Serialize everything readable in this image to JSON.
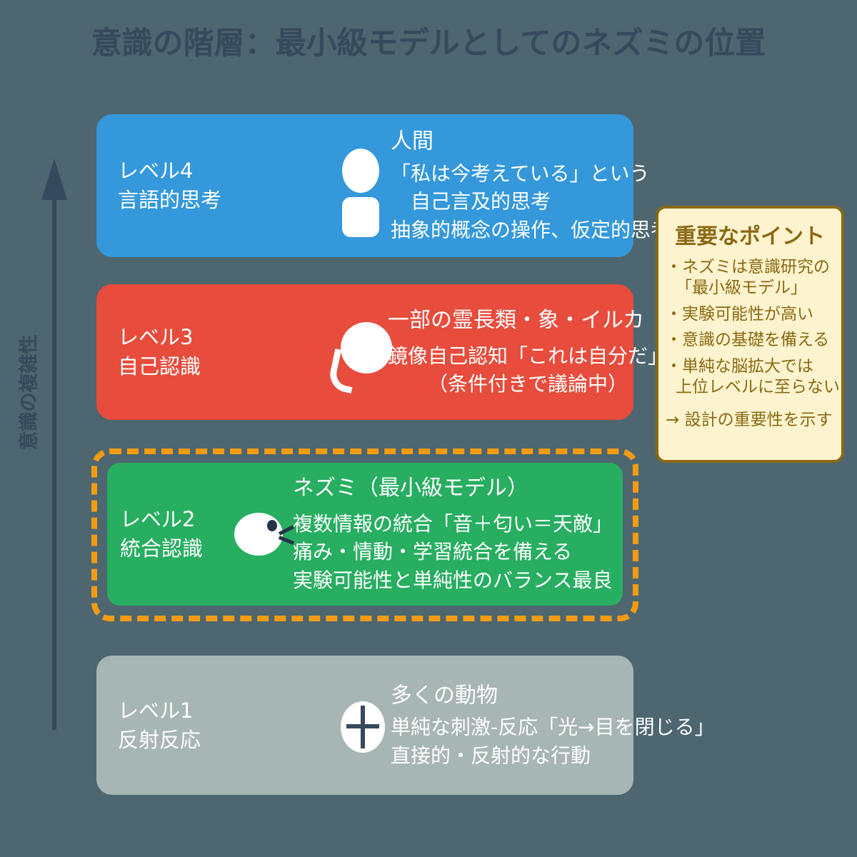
{
  "title": "意識の階層：最小級モデルとしてのネズミの位置",
  "axis": {
    "label": "意識の複雑性",
    "arrow_icon": "up-arrow-icon",
    "direction": "up"
  },
  "colors": {
    "background": "#4d6670",
    "title_text": "#37495c",
    "level4": "#3498db",
    "level3": "#e74c3c",
    "level2": "#27ae60",
    "level1": "#a8b5b5",
    "highlight_border": "#f39c12",
    "panel_background": "#fdf3ce",
    "panel_border": "#8b6914",
    "panel_text": "#8b6914"
  },
  "levels": [
    {
      "id": "level-4",
      "level_label": "レベル4",
      "level_name": "言語的思考",
      "icon": "human-figure-icon",
      "heading": "人間",
      "lines": [
        "「私は今考えている」という",
        "　自己言及的思考",
        "抽象的概念の操作、仮定的思考"
      ],
      "highlighted": false
    },
    {
      "id": "level-3",
      "level_label": "レベル3",
      "level_name": "自己認識",
      "icon": "monkey-icon",
      "heading": "一部の霊長類・象・イルカ",
      "lines": [
        "鏡像自己認知「これは自分だ」",
        "（条件付きで議論中）"
      ],
      "highlighted": false
    },
    {
      "id": "level-2",
      "level_label": "レベル2",
      "level_name": "統合認識",
      "icon": "mouse-icon",
      "heading": "ネズミ（最小級モデル）",
      "lines": [
        "複数情報の統合「音＋匂い＝天敵」",
        "痛み・情動・学習統合を備える",
        "実験可能性と単純性のバランス最良"
      ],
      "highlighted": true
    },
    {
      "id": "level-1",
      "level_label": "レベル1",
      "level_name": "反射反応",
      "icon": "reflex-cross-icon",
      "heading": "多くの動物",
      "lines": [
        "単純な刺激-反応「光→目を閉じる」",
        "直接的・反射的な行動"
      ],
      "highlighted": false
    }
  ],
  "key_points": {
    "title": "重要なポイント",
    "bullet_char": "・",
    "items": [
      {
        "line1": "ネズミは意識研究の",
        "line2": "「最小級モデル」"
      },
      {
        "line1": "実験可能性が高い",
        "line2": ""
      },
      {
        "line1": "意識の基礎を備える",
        "line2": ""
      },
      {
        "line1": "単純な脳拡大では",
        "line2": "上位レベルに至らない"
      }
    ],
    "conclusion": "→ 設計の重要性を示す"
  }
}
